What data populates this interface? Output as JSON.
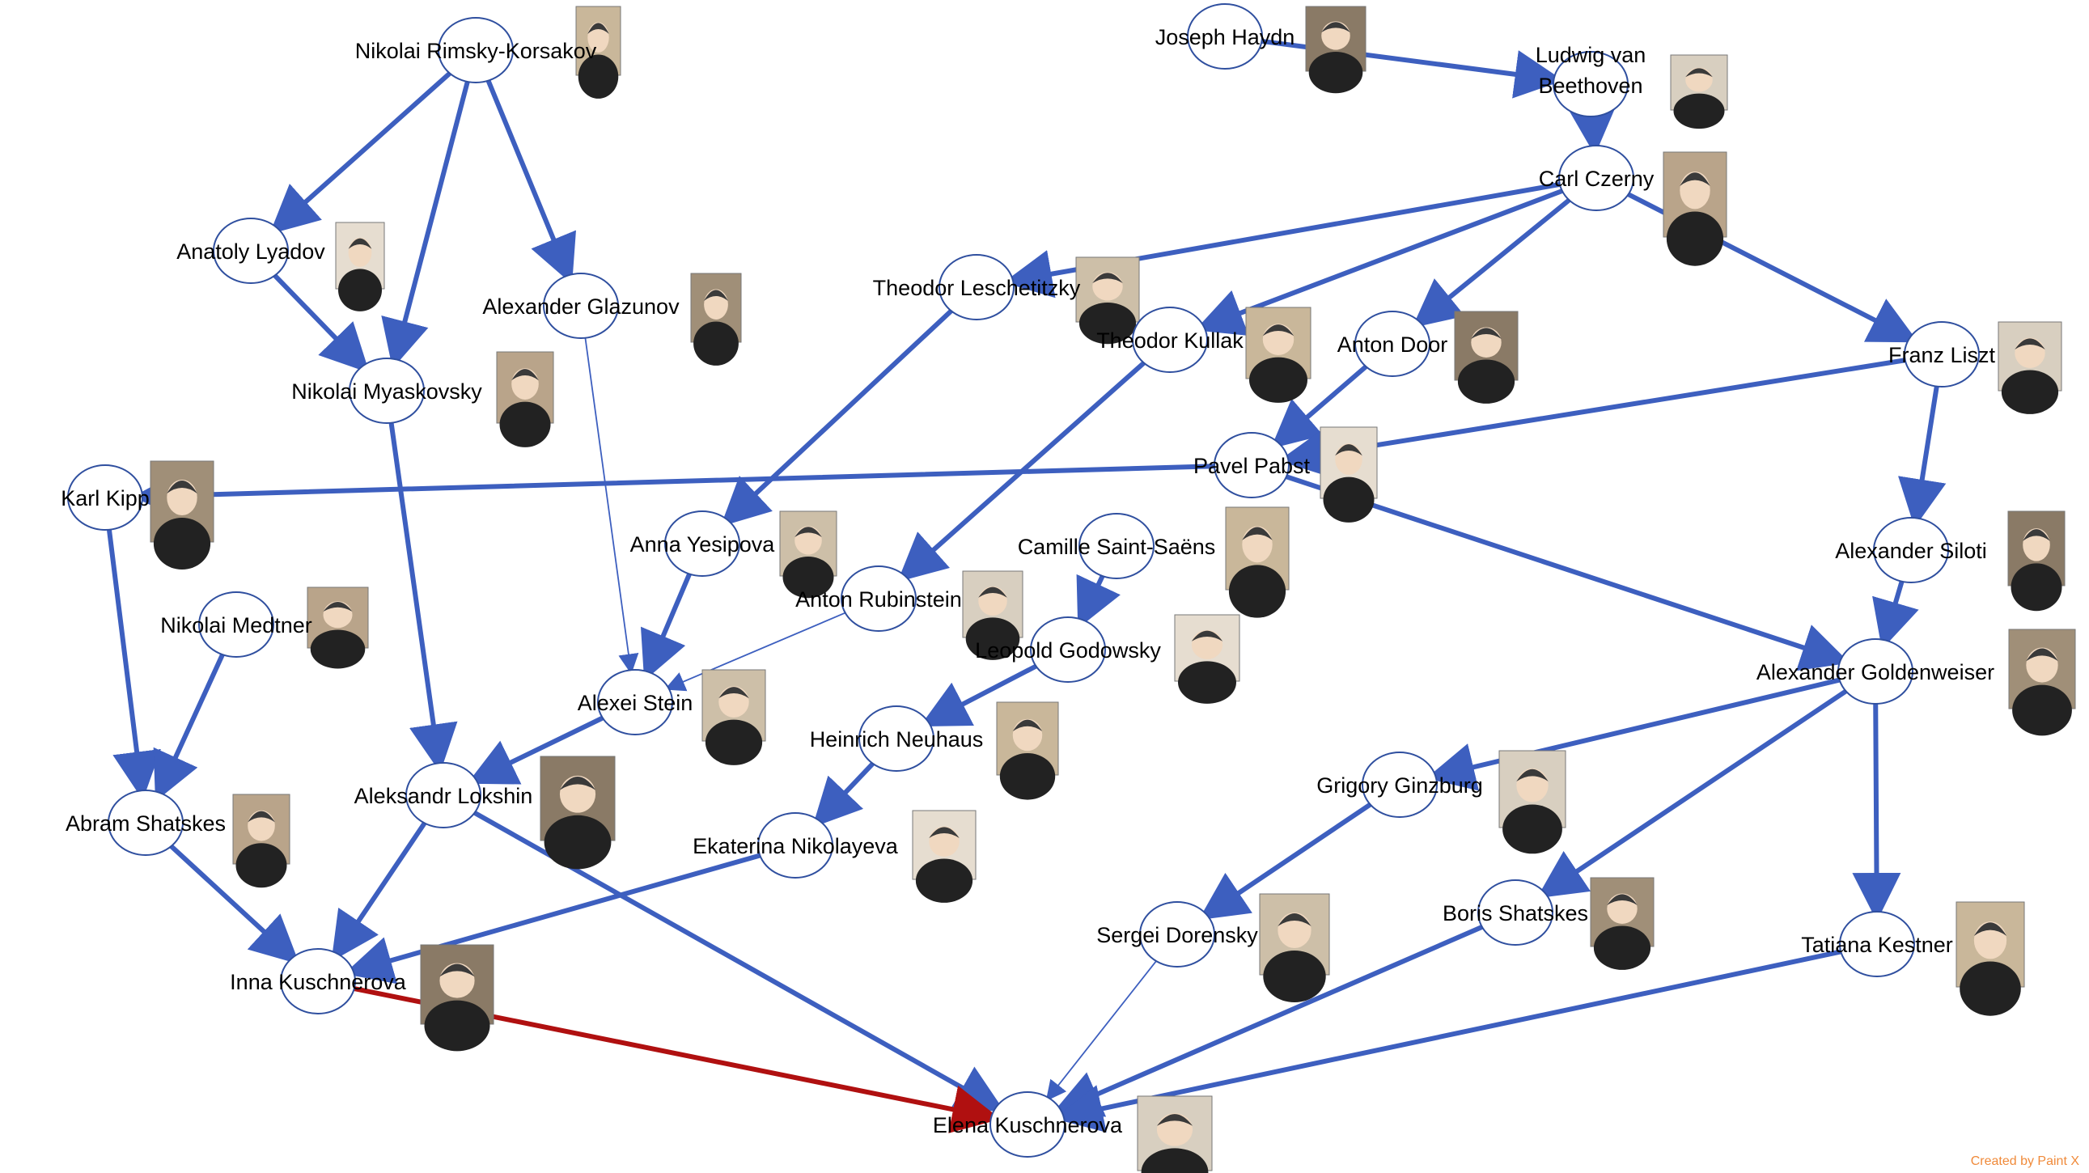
{
  "colors": {
    "edge": "#3d5fbf",
    "highlight": "#b01010",
    "ellipse_stroke": "#2f4f9f",
    "credit": "#f08a3a"
  },
  "credit": "Created by Paint X",
  "nodes": [
    {
      "id": "rimsky",
      "label": "Nikolai Rimsky-Korsakov",
      "icon": "portrait-icon"
    },
    {
      "id": "haydn",
      "label": "Joseph Haydn",
      "icon": "portrait-icon"
    },
    {
      "id": "beethoven",
      "label": "Ludwig van Beethoven",
      "lines": [
        "Ludwig van",
        "Beethoven"
      ],
      "icon": "portrait-icon"
    },
    {
      "id": "czerny",
      "label": "Carl Czerny",
      "icon": "portrait-icon"
    },
    {
      "id": "lyadov",
      "label": "Anatoly Lyadov",
      "icon": "portrait-icon"
    },
    {
      "id": "glazunov",
      "label": "Alexander Glazunov",
      "icon": "portrait-icon"
    },
    {
      "id": "leschetitzky",
      "label": "Theodor Leschetitzky",
      "icon": "portrait-icon"
    },
    {
      "id": "kullak",
      "label": "Theodor Kullak",
      "icon": "portrait-icon"
    },
    {
      "id": "door",
      "label": "Anton Door",
      "icon": "portrait-icon"
    },
    {
      "id": "liszt",
      "label": "Franz Liszt",
      "icon": "portrait-icon"
    },
    {
      "id": "myaskovsky",
      "label": "Nikolai Myaskovsky",
      "icon": "portrait-icon"
    },
    {
      "id": "pabst",
      "label": "Pavel Pabst",
      "icon": "portrait-icon"
    },
    {
      "id": "kipp",
      "label": "Karl Kipp",
      "icon": "portrait-icon"
    },
    {
      "id": "yesipova",
      "label": "Anna Yesipova",
      "icon": "portrait-icon"
    },
    {
      "id": "saintsaens",
      "label": "Camille Saint-Saëns",
      "icon": "portrait-icon"
    },
    {
      "id": "siloti",
      "label": "Alexander Siloti",
      "icon": "portrait-icon"
    },
    {
      "id": "rubinstein",
      "label": "Anton Rubinstein",
      "icon": "portrait-icon"
    },
    {
      "id": "medtner",
      "label": "Nikolai Medtner",
      "icon": "portrait-icon"
    },
    {
      "id": "godowsky",
      "label": "Leopold Godowsky",
      "icon": "portrait-icon"
    },
    {
      "id": "goldenweiser",
      "label": "Alexander Goldenweiser",
      "icon": "portrait-icon"
    },
    {
      "id": "stein",
      "label": "Alexei Stein",
      "icon": "portrait-icon"
    },
    {
      "id": "neuhaus",
      "label": "Heinrich Neuhaus",
      "icon": "portrait-icon"
    },
    {
      "id": "lokshin",
      "label": "Aleksandr Lokshin",
      "icon": "portrait-icon"
    },
    {
      "id": "ginzburg",
      "label": "Grigory Ginzburg",
      "icon": "portrait-icon"
    },
    {
      "id": "ashatskes",
      "label": "Abram Shatskes",
      "icon": "portrait-icon"
    },
    {
      "id": "nikolayeva",
      "label": "Ekaterina Nikolayeva",
      "icon": "portrait-icon"
    },
    {
      "id": "bshatskes",
      "label": "Boris Shatskes",
      "icon": "portrait-icon"
    },
    {
      "id": "dorensky",
      "label": "Sergei Dorensky",
      "icon": "portrait-icon"
    },
    {
      "id": "kestner",
      "label": "Tatiana Kestner",
      "icon": "portrait-icon"
    },
    {
      "id": "inna",
      "label": "Inna Kuschnerova",
      "icon": "portrait-icon"
    },
    {
      "id": "elena",
      "label": "Elena Kuschnerova",
      "icon": "portrait-icon"
    }
  ],
  "edges": [
    {
      "from": "haydn",
      "to": "beethoven",
      "style": "thick"
    },
    {
      "from": "beethoven",
      "to": "czerny",
      "style": "thick"
    },
    {
      "from": "czerny",
      "to": "leschetitzky",
      "style": "thick"
    },
    {
      "from": "czerny",
      "to": "kullak",
      "style": "thick"
    },
    {
      "from": "czerny",
      "to": "door",
      "style": "thick"
    },
    {
      "from": "czerny",
      "to": "liszt",
      "style": "thick"
    },
    {
      "from": "rimsky",
      "to": "lyadov",
      "style": "thick"
    },
    {
      "from": "rimsky",
      "to": "myaskovsky",
      "style": "thick"
    },
    {
      "from": "rimsky",
      "to": "glazunov",
      "style": "thick"
    },
    {
      "from": "lyadov",
      "to": "myaskovsky",
      "style": "thick"
    },
    {
      "from": "glazunov",
      "to": "stein",
      "style": "thin"
    },
    {
      "from": "leschetitzky",
      "to": "yesipova",
      "style": "thick"
    },
    {
      "from": "kullak",
      "to": "rubinstein",
      "style": "thick"
    },
    {
      "from": "door",
      "to": "pabst",
      "style": "thick"
    },
    {
      "from": "liszt",
      "to": "pabst",
      "style": "thick"
    },
    {
      "from": "liszt",
      "to": "siloti",
      "style": "thick"
    },
    {
      "from": "pabst",
      "to": "kipp",
      "style": "thick"
    },
    {
      "from": "pabst",
      "to": "goldenweiser",
      "style": "thick"
    },
    {
      "from": "siloti",
      "to": "goldenweiser",
      "style": "thick"
    },
    {
      "from": "myaskovsky",
      "to": "lokshin",
      "style": "thick"
    },
    {
      "from": "yesipova",
      "to": "stein",
      "style": "thick"
    },
    {
      "from": "rubinstein",
      "to": "stein",
      "style": "thin"
    },
    {
      "from": "saintsaens",
      "to": "godowsky",
      "style": "thick"
    },
    {
      "from": "godowsky",
      "to": "neuhaus",
      "style": "thick"
    },
    {
      "from": "neuhaus",
      "to": "nikolayeva",
      "style": "thick"
    },
    {
      "from": "kipp",
      "to": "ashatskes",
      "style": "thick"
    },
    {
      "from": "medtner",
      "to": "ashatskes",
      "style": "thick"
    },
    {
      "from": "stein",
      "to": "lokshin",
      "style": "thick"
    },
    {
      "from": "goldenweiser",
      "to": "ginzburg",
      "style": "thick"
    },
    {
      "from": "goldenweiser",
      "to": "bshatskes",
      "style": "thick"
    },
    {
      "from": "goldenweiser",
      "to": "kestner",
      "style": "thick"
    },
    {
      "from": "ginzburg",
      "to": "dorensky",
      "style": "thick"
    },
    {
      "from": "ashatskes",
      "to": "inna",
      "style": "thick"
    },
    {
      "from": "lokshin",
      "to": "inna",
      "style": "thick"
    },
    {
      "from": "nikolayeva",
      "to": "inna",
      "style": "thick"
    },
    {
      "from": "lokshin",
      "to": "elena",
      "style": "thick"
    },
    {
      "from": "dorensky",
      "to": "elena",
      "style": "thin"
    },
    {
      "from": "bshatskes",
      "to": "elena",
      "style": "thick"
    },
    {
      "from": "kestner",
      "to": "elena",
      "style": "thick"
    },
    {
      "from": "inna",
      "to": "elena",
      "style": "highlight"
    }
  ]
}
